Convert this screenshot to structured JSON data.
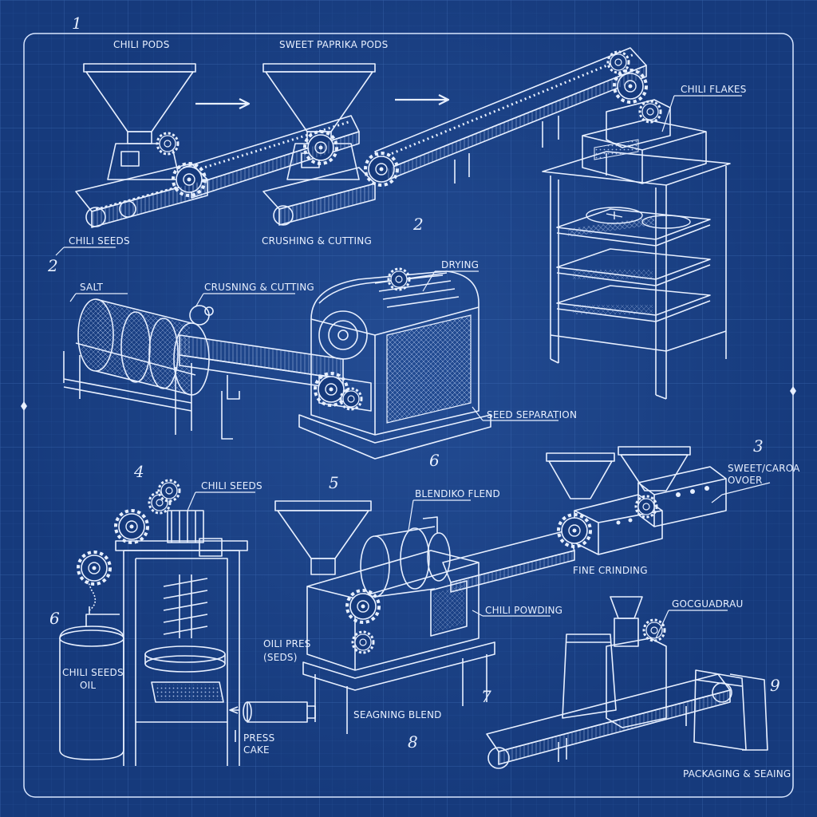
{
  "labels": {
    "chili_pods": "CHILI PODS",
    "sweet_paprika_pods": "SWEET PAPRIKA PODS",
    "chili_flakes": "CHILI FLAKES",
    "chili_seeds_top": "CHILI SEEDS",
    "crushing_cutting_top": "CRUSHING & CUTTING",
    "salt": "SALT",
    "crushing_cutting_mid": "CRUSNING & CUTTING",
    "drying": "DRYING",
    "seed_separation": "SEED SEPARATION",
    "chili_seeds_mid": "CHILI SEEDS",
    "blending_flend": "BLENDIKO FLEND",
    "sweet_caroa_over_1": "SWEET/CAROA",
    "sweet_caroa_over_2": "OVOER",
    "fine_grinding": "FINE CRINDING",
    "chili_powding": "CHILI POWDING",
    "oil_press_1": "OILI PRES",
    "oil_press_2": "(SEDS)",
    "chili_seeds_oil_1": "CHILI SEEDS",
    "chili_seeds_oil_2": "OIL",
    "press_cake_1": "PRESS",
    "press_cake_2": "CAKE",
    "seasoning_blend": "SEAGNING BLEND",
    "gocguadrau": "GOCGUADRAU",
    "packaging_sealing": "PACKAGING & SEAING"
  },
  "step_numbers": {
    "n1": "1",
    "n2_left": "2",
    "n2_center": "2",
    "n3": "3",
    "n4": "4",
    "n5": "5",
    "n6_center": "6",
    "n6_left": "6",
    "n7": "7",
    "n8": "8",
    "n9": "9"
  },
  "colors": {
    "background": "#163a7c",
    "grid_line": "#2f5aa3",
    "ink": "#e8f0ff"
  }
}
